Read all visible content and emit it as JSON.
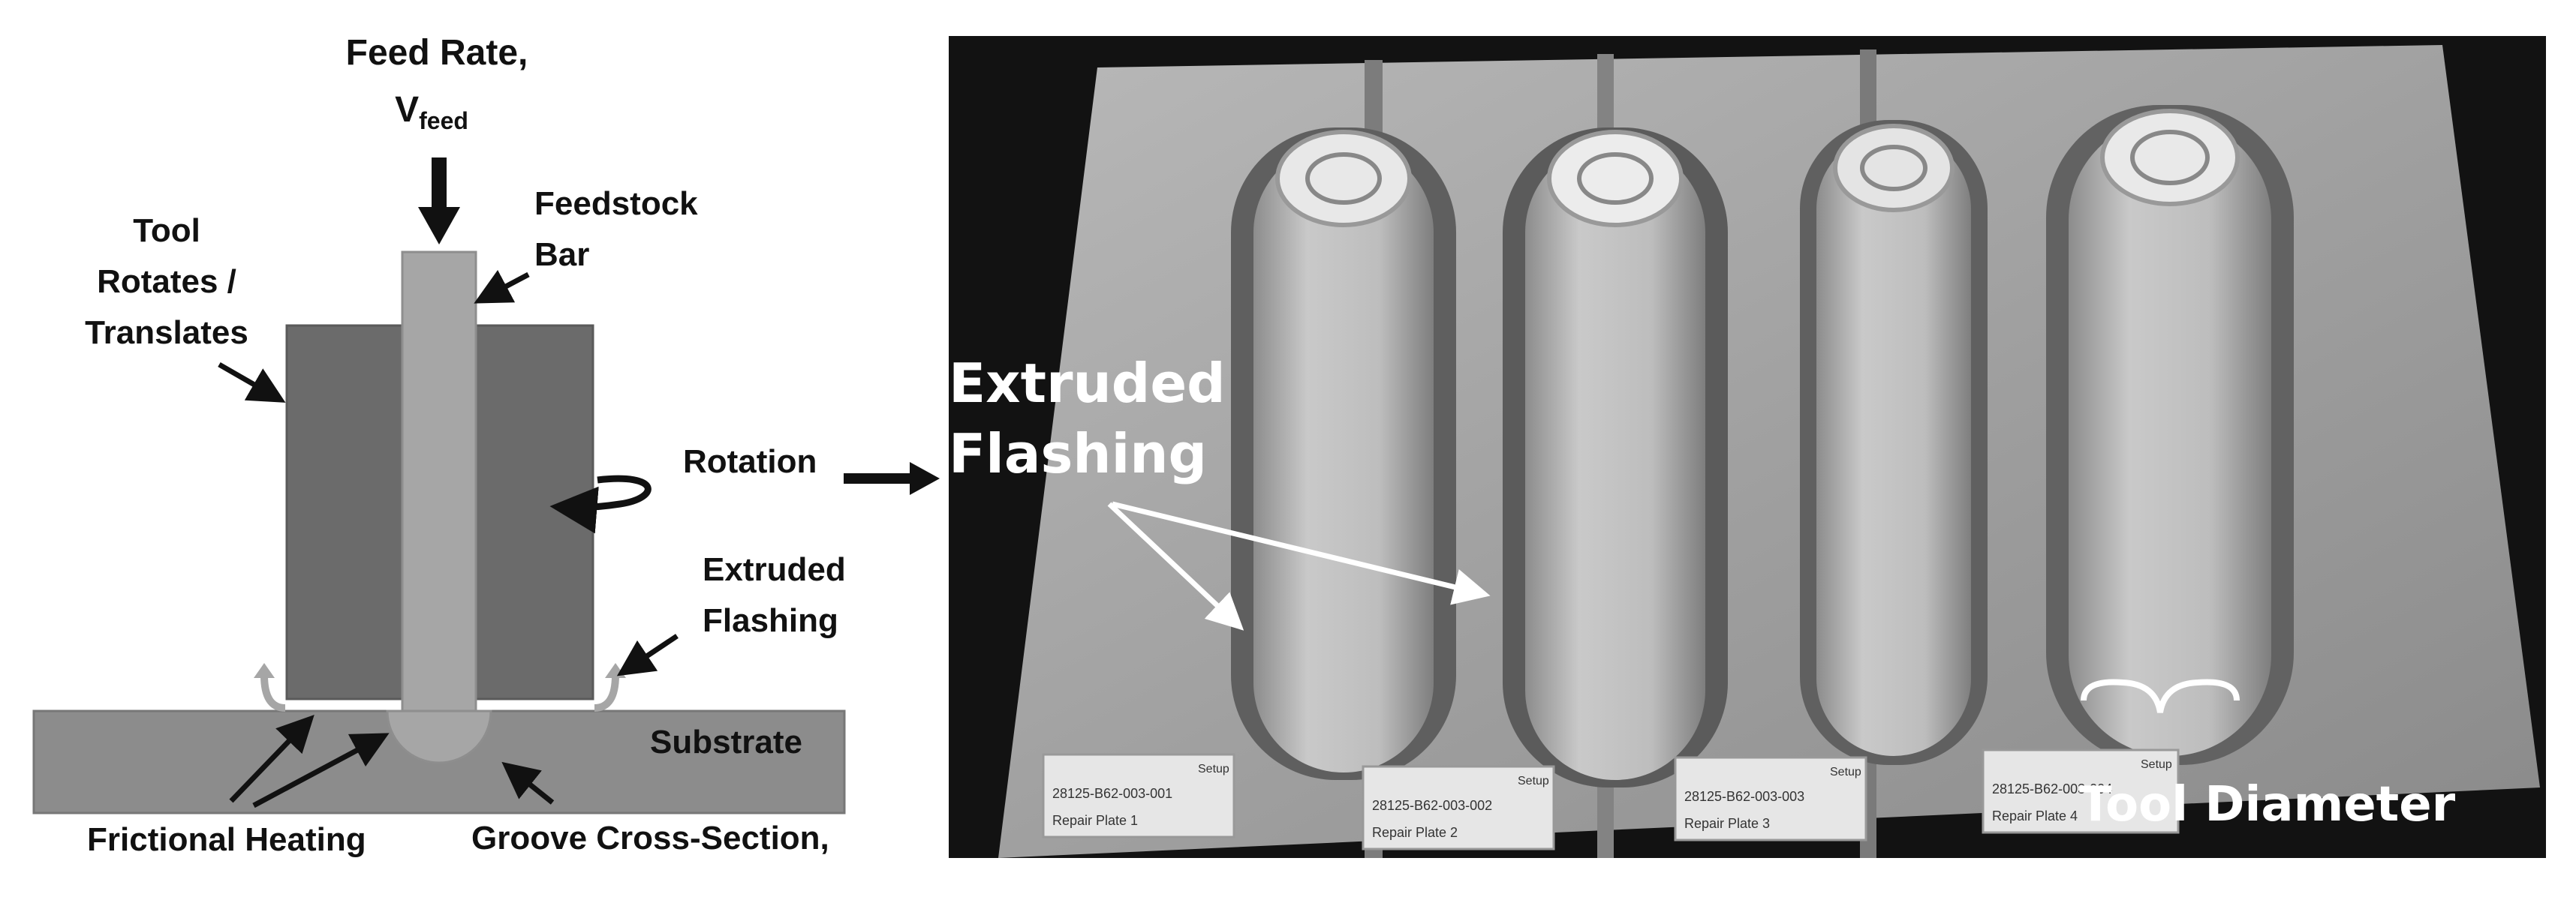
{
  "diagram": {
    "feed_rate_line1": "Feed Rate,",
    "feed_rate_symbol": "V",
    "feed_rate_subscript": "feed",
    "tool_line1": "Tool",
    "tool_line2": "Rotates /",
    "tool_line3": "Translates",
    "feedstock_line1": "Feedstock",
    "feedstock_line2": "Bar",
    "rotation": "Rotation",
    "extruded_line1": "Extruded",
    "extruded_line2": "Flashing",
    "substrate": "Substrate",
    "frictional_heating": "Frictional Heating",
    "groove": "Groove Cross-Section,"
  },
  "photo": {
    "extruded_line1": "Extruded",
    "extruded_line2": "Flashing",
    "tool_diameter": "Tool Diameter",
    "plates": [
      {
        "id": "28125-B62-003-001",
        "name": "Repair Plate 1",
        "setup": "Setup"
      },
      {
        "id": "28125-B62-003-002",
        "name": "Repair Plate 2",
        "setup": "Setup"
      },
      {
        "id": "28125-B62-003-003",
        "name": "Repair Plate 3",
        "setup": "Setup"
      },
      {
        "id": "28125-B62-003-004",
        "name": "Repair Plate 4",
        "setup": "Setup"
      }
    ]
  },
  "colors": {
    "tool_body": "#6b6b6b",
    "feedstock_bar": "#a6a6a6",
    "substrate": "#8c8c8c",
    "photo_background": "#121212",
    "plate": "#a9a9a9"
  }
}
